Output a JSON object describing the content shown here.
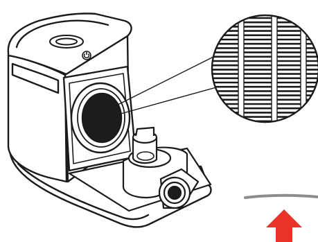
{
  "illustration": {
    "subject": "device-with-open-filter-door",
    "callout": "filter-mesh-closeup",
    "indicator": "push-up-arrow"
  },
  "colors": {
    "line": "#1a1a1a",
    "background": "#ffffff",
    "filter_dark": "#1c1c1c",
    "indicator_bar": "#8c8c8c",
    "arrow": "#e8322a"
  },
  "icons": [
    "power-icon"
  ]
}
